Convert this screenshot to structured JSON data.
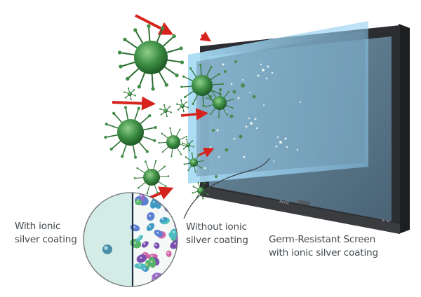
{
  "captions": {
    "with_coating": "With ionic\nsilver coating",
    "without_coating": "Without ionic\nsilver coating",
    "screen": "Germ-Resistant Screen\nwith ionic silver coating"
  },
  "brand_mark": "BenQ",
  "colors": {
    "virus_green": "#3f8f46",
    "virus_dark": "#23612b",
    "arrow_red": "#d6231e",
    "glass_blue": "#8ecbf0",
    "bezel": "#2b2d30",
    "screen_blue": "#5c7a8f",
    "coated_side": "#d4ece6"
  },
  "icons": [
    "virus-icon",
    "bacteria-icon",
    "arrow-icon"
  ]
}
